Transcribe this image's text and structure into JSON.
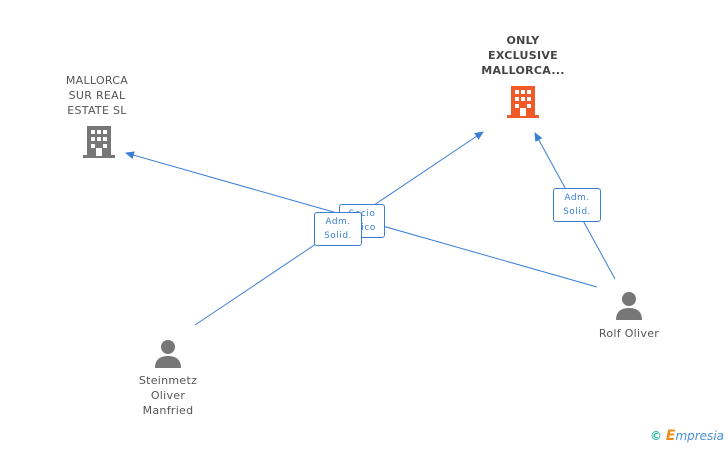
{
  "nodes": {
    "mallorca_sur": {
      "label": "MALLORCA\nSUR REAL\nESTATE SL",
      "type": "company",
      "color": "#777777"
    },
    "only_exclusive": {
      "label": "ONLY\nEXCLUSIVE\nMALLORCA...",
      "type": "company",
      "color": "#f05a28"
    },
    "steinmetz": {
      "label": "Steinmetz\nOliver\nManfried",
      "type": "person",
      "color": "#777777"
    },
    "rolf": {
      "label": "Rolf Oliver",
      "type": "person",
      "color": "#777777"
    }
  },
  "edges": {
    "socio": {
      "label": "Socio\nÚnico"
    },
    "adm_left": {
      "label": "Adm.\nSolid."
    },
    "adm_right": {
      "label": "Adm.\nSolid."
    }
  },
  "brand": {
    "copyright": "©",
    "e": "E",
    "rest": "mpresia"
  },
  "colors": {
    "edge": "#3a7fd5",
    "company_focus": "#f05a28",
    "node": "#777777"
  }
}
